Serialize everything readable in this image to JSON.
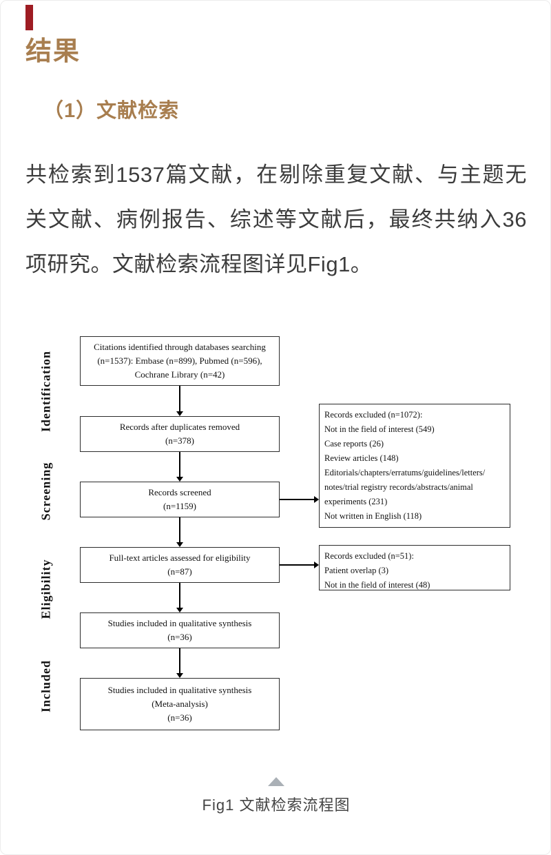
{
  "colors": {
    "accent_red": "#9e1c23",
    "heading_brown": "#a87e4f",
    "body_text": "#3c3c3c",
    "box_border": "#2b2b2b",
    "triangle_gray": "#aab0b6"
  },
  "header": {
    "title": "结果",
    "section_heading": "（1）文献检索"
  },
  "paragraph": "共检索到1537篇文献，在剔除重复文献、与主题无关文献、病例报告、综述等文献后，最终共纳入36项研究。文献检索流程图详见Fig1。",
  "flowchart": {
    "stages": [
      {
        "label": "Identification"
      },
      {
        "label": "Screening"
      },
      {
        "label": "Eligibility"
      },
      {
        "label": "Included"
      }
    ],
    "main_boxes": [
      {
        "text": "Citations identified through databases searching\n(n=1537): Embase (n=899), Pubmed (n=596),\nCochrane Library (n=42)"
      },
      {
        "text": "Records after duplicates removed\n(n=378)"
      },
      {
        "text": "Records screened\n(n=1159)"
      },
      {
        "text": "Full-text articles assessed for eligibility\n(n=87)"
      },
      {
        "text": "Studies included in qualitative synthesis\n(n=36)"
      },
      {
        "text": "Studies included in qualitative synthesis\n(Meta-analysis)\n(n=36)"
      }
    ],
    "side_boxes": [
      {
        "text": "Records excluded (n=1072):\nNot in the field of interest (549)\nCase reports (26)\nReview articles (148)\nEditorials/chapters/erratums/guidelines/letters/\nnotes/trial registry records/abstracts/animal\nexperiments (231)\nNot written in English (118)"
      },
      {
        "text": "Records excluded (n=51):\nPatient overlap (3)\nNot in the field of interest (48)"
      }
    ]
  },
  "caption": "Fig1 文献检索流程图"
}
